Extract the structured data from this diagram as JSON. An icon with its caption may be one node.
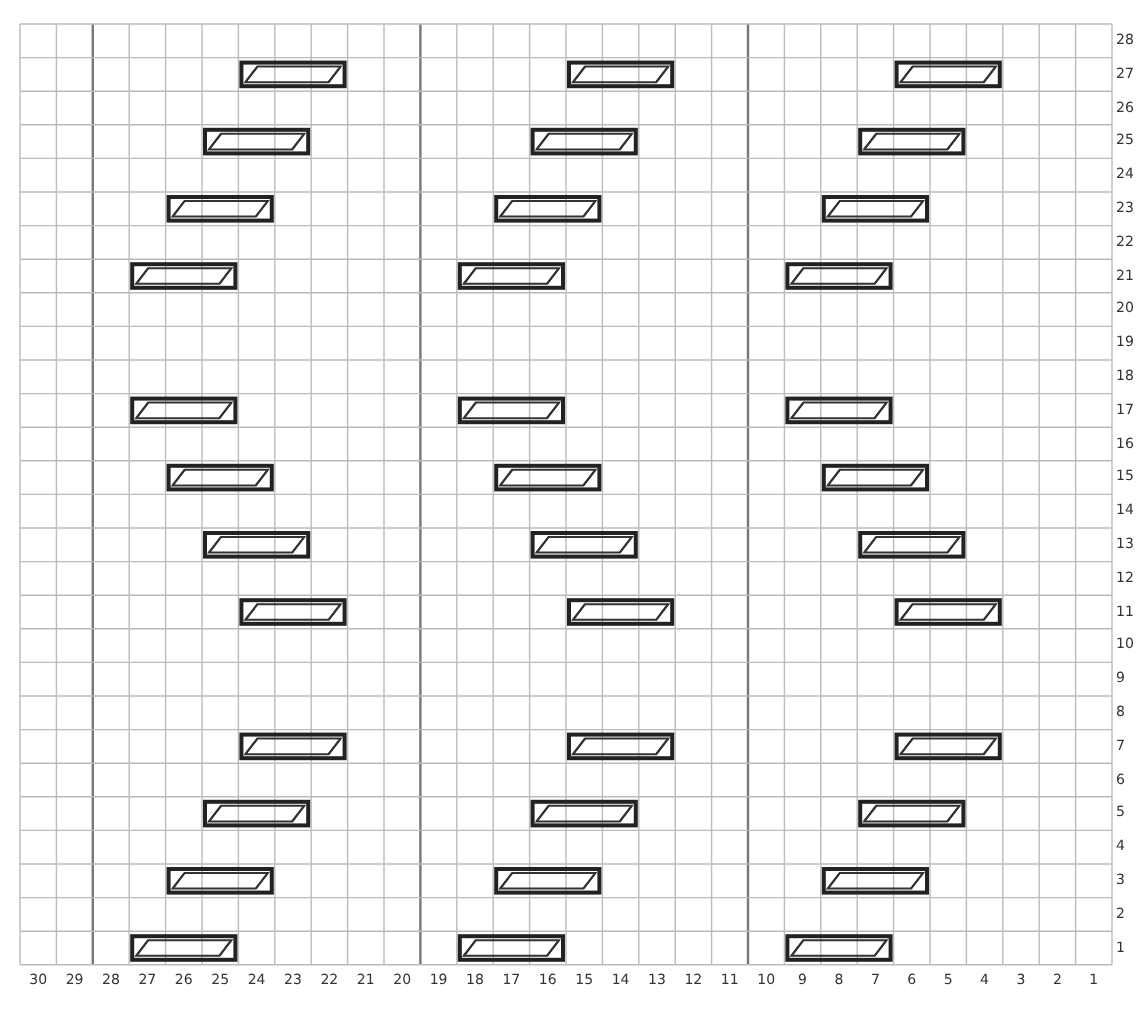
{
  "diagram": {
    "labels": [
      "28",
      "27",
      "26",
      "25",
      "24",
      "23",
      "22",
      "21",
      "20",
      "19",
      "18",
      "17",
      "16",
      "15",
      "14",
      "13",
      "12",
      "11",
      "10",
      "9",
      "8",
      "7",
      "6",
      "5",
      "4",
      "3",
      "2",
      "1",
      "30",
      "29",
      "28",
      "27",
      "26",
      "25",
      "24",
      "23",
      "22",
      "21",
      "20",
      "19",
      "18",
      "17",
      "16",
      "15",
      "14",
      "13",
      "12",
      "11",
      "10",
      "9",
      "8",
      "7",
      "6",
      "5",
      "4",
      "3",
      "2",
      "1"
    ]
  }
}
